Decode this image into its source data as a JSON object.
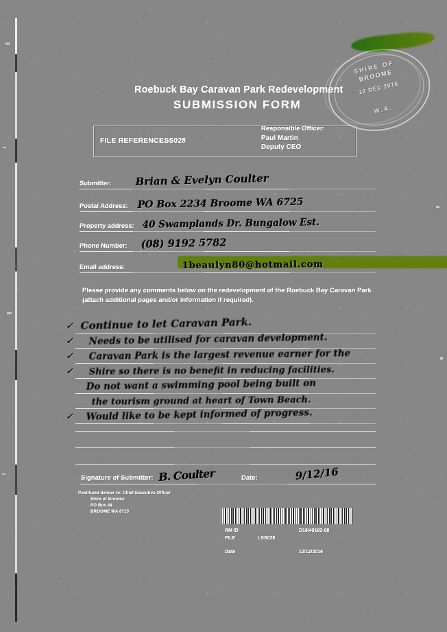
{
  "document": {
    "header": {
      "line1": "Roebuck Bay Caravan Park Redevelopment",
      "line2": "SUBMISSION FORM"
    },
    "reference": {
      "label": "FILE REFERENCE:",
      "value": "LSS028",
      "officer_label": "Responsible Officer:",
      "officer_name": "Paul Martin",
      "officer_title": "Deputy CEO"
    },
    "fields": [
      {
        "label": "Submitter:",
        "value": "Brian & Evelyn  Coulter"
      },
      {
        "label": "Postal Address:",
        "value": "PO Box 2234  Broome   WA   6725"
      },
      {
        "label": "Property address:",
        "value": "40 Swamplands  Dr.   Bungalow  Est."
      },
      {
        "label": "Phone Number:",
        "value": "(08) 9192 5782"
      },
      {
        "label": "Email address:",
        "value": "1beaulyn80@hotmail.com"
      }
    ],
    "instructions": "Please provide any comments below on the redevelopment of the Roebuck Bay Caravan Park (attach additional pages and/or information if required).",
    "comments": [
      {
        "bullet": "✓",
        "text": "Continue to let Caravan Park."
      },
      {
        "bullet": "✓",
        "text": "Needs to be utilised for caravan development."
      },
      {
        "bullet": "✓",
        "text": "Caravan Park is the largest revenue earner for the"
      },
      {
        "bullet": "✓",
        "text": "Shire so there is no benefit in reducing facilities."
      },
      {
        "bullet": "",
        "text": "Do not want a swimming pool being built on"
      },
      {
        "bullet": "",
        "text": "the tourism ground at heart of Town Beach."
      },
      {
        "bullet": "✓",
        "text": "Would like to be kept informed of progress."
      }
    ],
    "blank_line_count": 3,
    "signature": {
      "label": "Signature of Submitter:",
      "date_label": "Date:",
      "signature_value": "B. Coulter",
      "date_value": "9/12/16"
    },
    "footer_address": {
      "line1": "Post/hand deliver to: Chief Executive Officer",
      "line2": "Shire of Broome",
      "line3": "PO Box 44",
      "line4": "BROOME  WA  6725"
    },
    "records_stamp": {
      "row1_key": "RM ID",
      "row1_mid": "",
      "row1_val": "D16/49193-08",
      "row2_key": "FILE",
      "row2_mid": "LSS028",
      "row2_val": "",
      "row3_key": "Date",
      "row3_mid": "",
      "row3_val": "12/12/2016"
    },
    "received_stamp": {
      "top": "SHIRE  OF",
      "org": "BROOME",
      "date": "12 DEC 2016",
      "bottom": "W.A."
    },
    "colors": {
      "page_background": "#878787",
      "highlighter_green": "#b9f119",
      "highlighter_stroke": "#49d11a",
      "text_light": "#f2f2f2",
      "ink_dark": "#131313"
    }
  }
}
